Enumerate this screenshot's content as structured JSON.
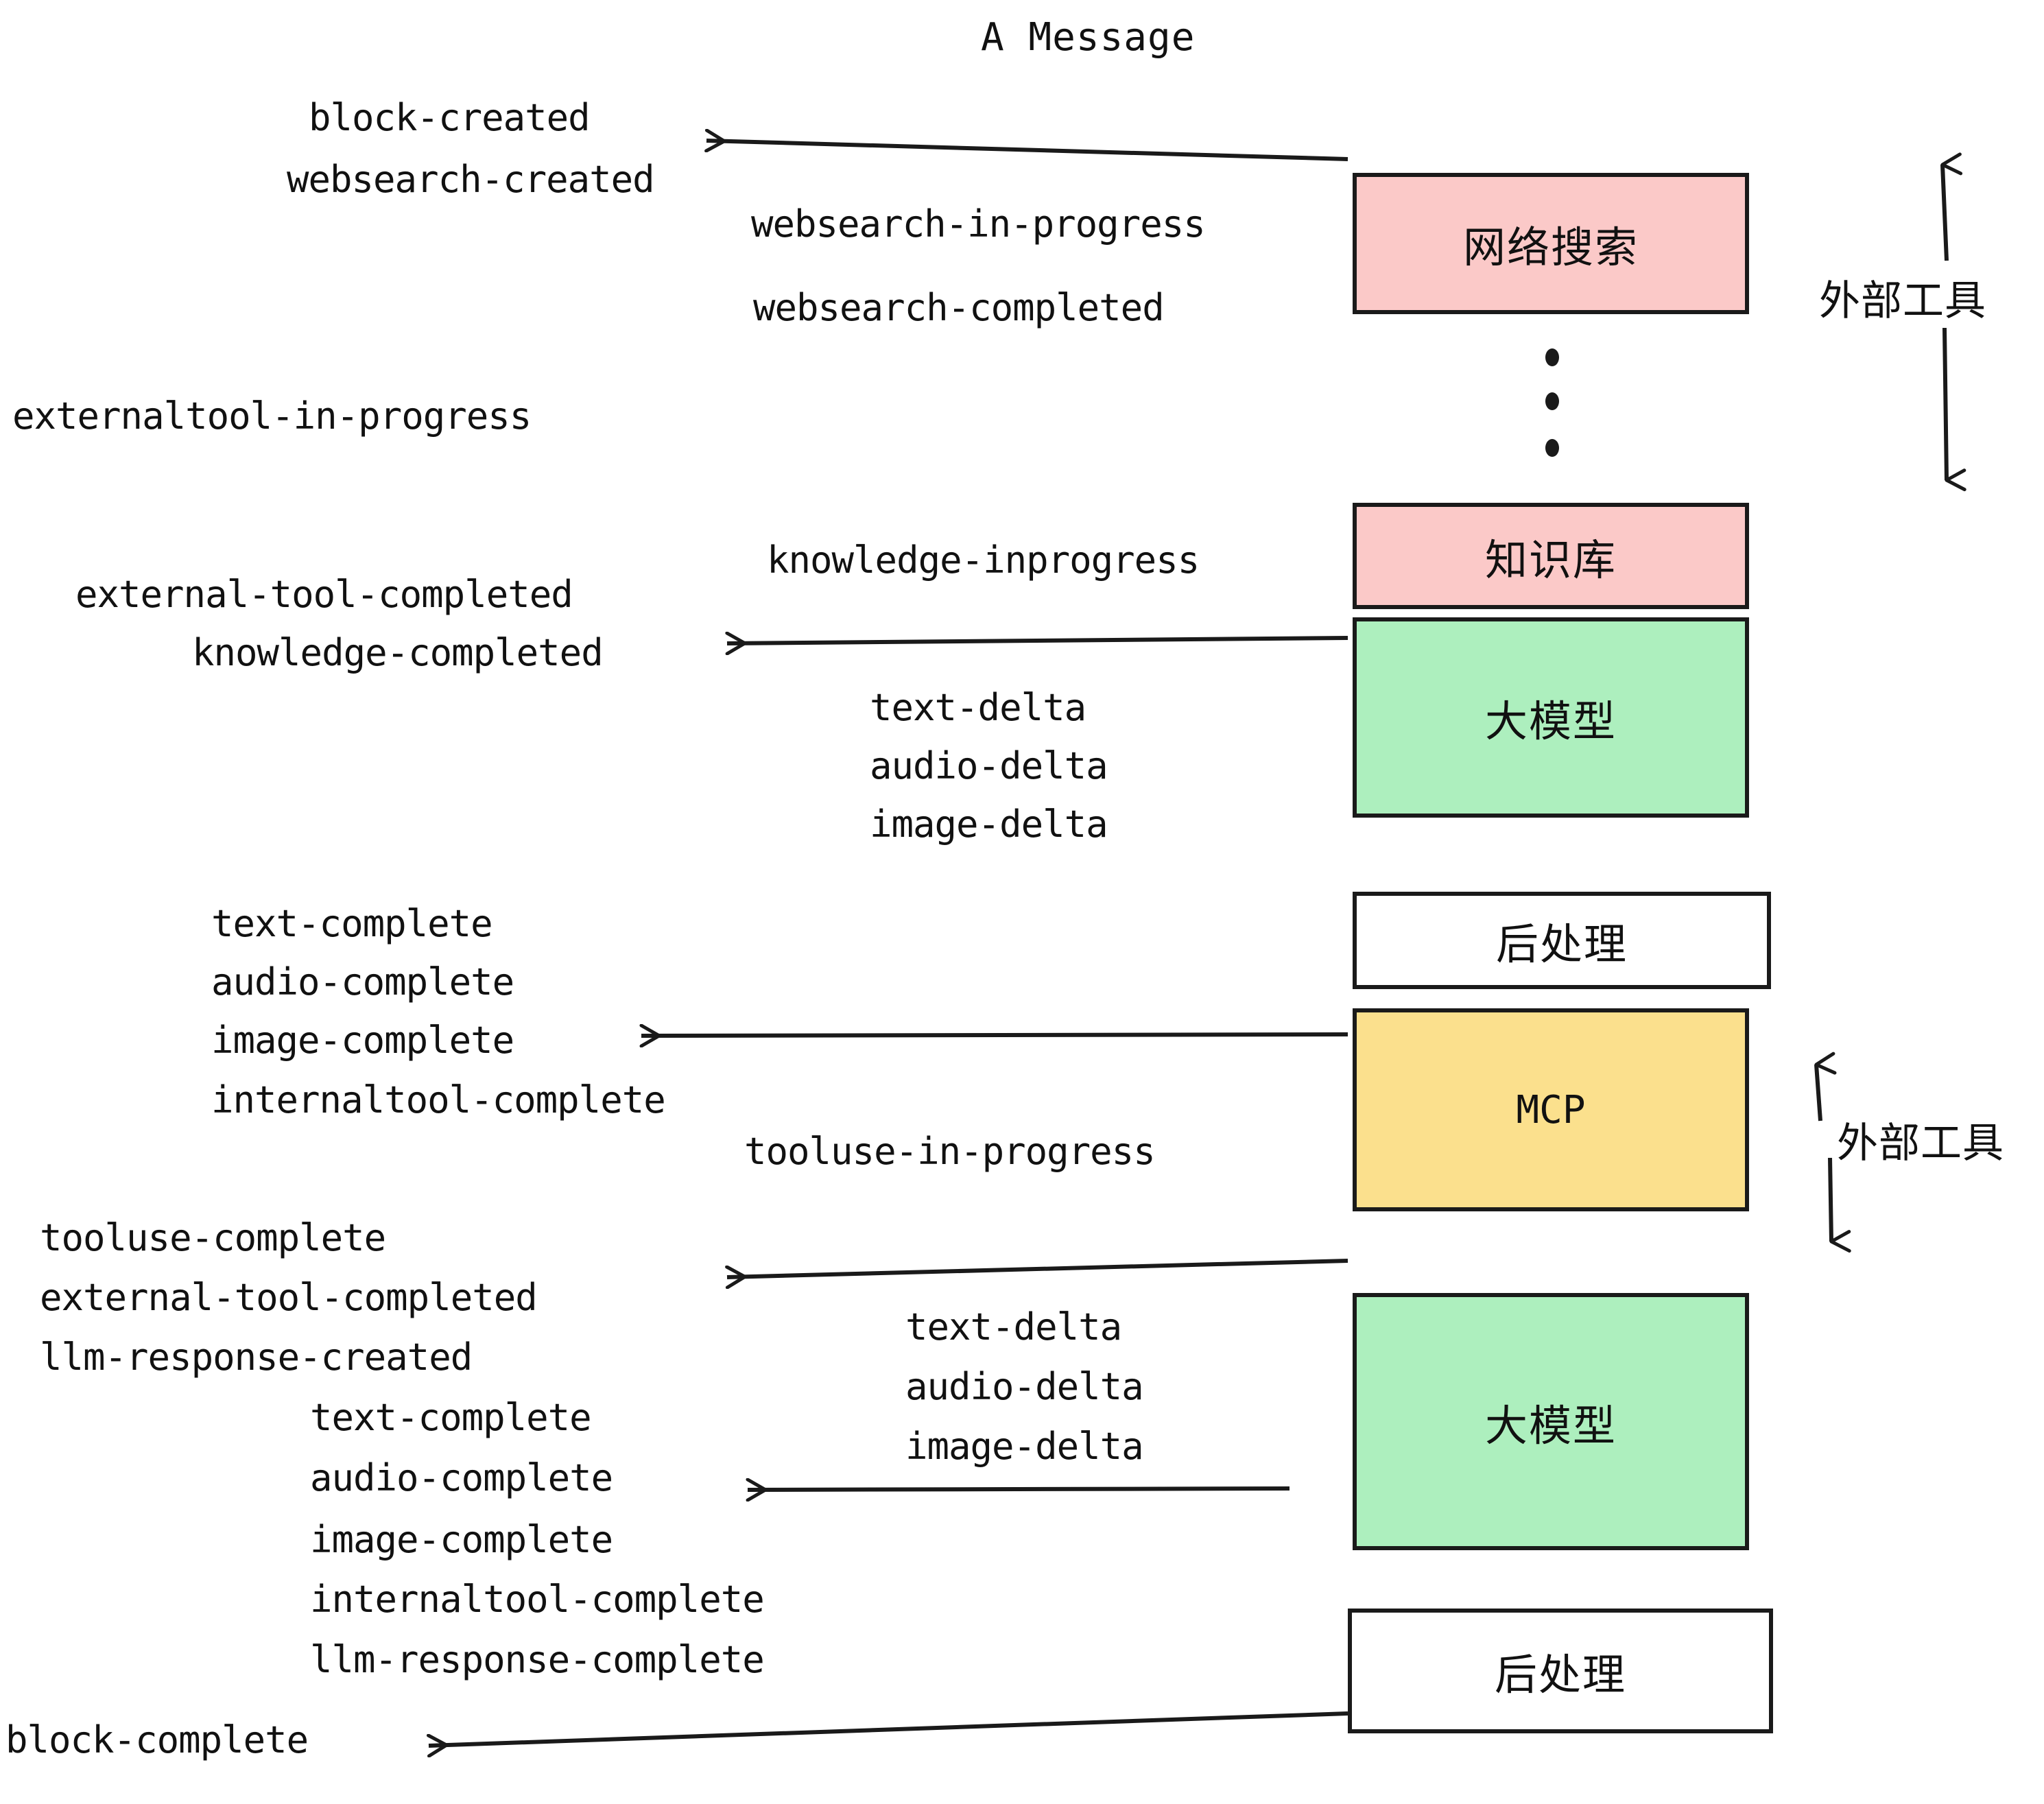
{
  "diagram": {
    "title": "A Message",
    "events": [
      {
        "id": "block-created",
        "text": "block-created"
      },
      {
        "id": "websearch-created",
        "text": "websearch-created"
      },
      {
        "id": "websearch-in-progress",
        "text": "websearch-in-progress"
      },
      {
        "id": "websearch-completed",
        "text": "websearch-completed"
      },
      {
        "id": "externaltool-in-progress",
        "text": "externaltool-in-progress"
      },
      {
        "id": "knowledge-inprogress",
        "text": "knowledge-inprogress"
      },
      {
        "id": "external-tool-completed-1",
        "text": "external-tool-completed"
      },
      {
        "id": "knowledge-completed",
        "text": "knowledge-completed"
      },
      {
        "id": "text-delta-1",
        "text": "text-delta"
      },
      {
        "id": "audio-delta-1",
        "text": "audio-delta"
      },
      {
        "id": "image-delta-1",
        "text": "image-delta"
      },
      {
        "id": "text-complete-1",
        "text": "text-complete"
      },
      {
        "id": "audio-complete-1",
        "text": "audio-complete"
      },
      {
        "id": "image-complete-1",
        "text": "image-complete"
      },
      {
        "id": "internaltool-complete-1",
        "text": "internaltool-complete"
      },
      {
        "id": "tooluse-in-progress",
        "text": "tooluse-in-progress"
      },
      {
        "id": "tooluse-complete",
        "text": "tooluse-complete"
      },
      {
        "id": "external-tool-completed-2",
        "text": "external-tool-completed"
      },
      {
        "id": "llm-response-created",
        "text": "llm-response-created"
      },
      {
        "id": "text-delta-2",
        "text": "text-delta"
      },
      {
        "id": "audio-delta-2",
        "text": "audio-delta"
      },
      {
        "id": "image-delta-2",
        "text": "image-delta"
      },
      {
        "id": "text-complete-2",
        "text": "text-complete"
      },
      {
        "id": "audio-complete-2",
        "text": "audio-complete"
      },
      {
        "id": "image-complete-2",
        "text": "image-complete"
      },
      {
        "id": "internaltool-complete-2",
        "text": "internaltool-complete"
      },
      {
        "id": "llm-response-complete",
        "text": "llm-response-complete"
      },
      {
        "id": "block-complete",
        "text": "block-complete"
      }
    ],
    "nodes": [
      {
        "id": "websearch",
        "label": "网络搜索",
        "color": "#FBC9C8",
        "kind": "pink"
      },
      {
        "id": "knowledge",
        "label": "知识库",
        "color": "#FBC9C8",
        "kind": "pink"
      },
      {
        "id": "llm-1",
        "label": "大模型",
        "color": "#ADEFBE",
        "kind": "green"
      },
      {
        "id": "postprocess-1",
        "label": "后处理",
        "color": "#FFFFFF",
        "kind": "white"
      },
      {
        "id": "mcp",
        "label": "MCP",
        "color": "#FBE08D",
        "kind": "yellow"
      },
      {
        "id": "llm-2",
        "label": "大模型",
        "color": "#ADEFBE",
        "kind": "green"
      },
      {
        "id": "postprocess-2",
        "label": "后处理",
        "color": "#FFFFFF",
        "kind": "white"
      }
    ],
    "group_labels": [
      {
        "id": "external-tools-top",
        "text": "外部工具"
      },
      {
        "id": "external-tools-bottom",
        "text": "外部工具"
      }
    ],
    "ellipsis": {
      "dots": 3
    },
    "colors": {
      "stroke": "#1a1a1a",
      "pink": "#FBC9C8",
      "green": "#ADEFBE",
      "yellow": "#FBE08D",
      "white": "#FFFFFF",
      "text": "#111111"
    }
  }
}
